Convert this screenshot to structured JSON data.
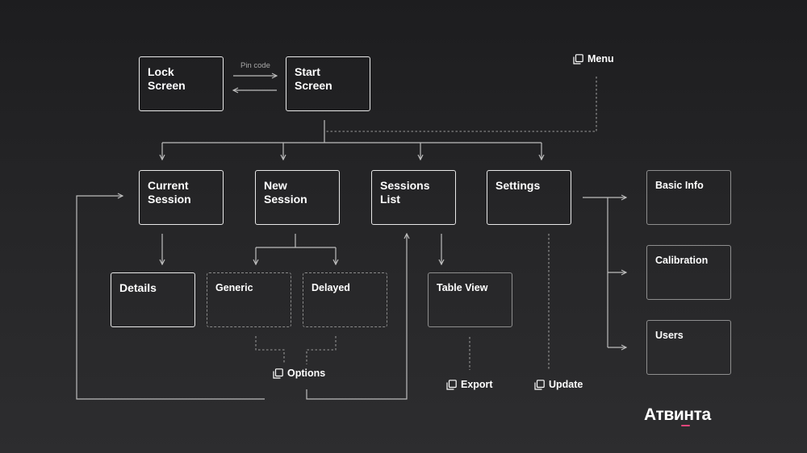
{
  "colors": {
    "background": "#242426",
    "box_border": "#e8e8e8",
    "dashed_border": "#8a8a8a",
    "line": "#bdbdbd",
    "dotted_line": "#9a9a9a",
    "text": "#ffffff",
    "caption": "#a8a8a8",
    "logo_accent": "#e8467c"
  },
  "nodes": {
    "lock_screen": "Lock\nScreen",
    "start_screen": "Start\nScreen",
    "current_session": "Current\nSession",
    "new_session": "New\nSession",
    "sessions_list": "Sessions\nList",
    "settings": "Settings",
    "basic_info": "Basic Info",
    "calibration": "Calibration",
    "users": "Users",
    "details": "Details",
    "generic": "Generic",
    "delayed": "Delayed",
    "table_view": "Table View"
  },
  "edge_labels": {
    "pin_code": "Pin code"
  },
  "tags": {
    "menu": "Menu",
    "options": "Options",
    "export": "Export",
    "update": "Update"
  },
  "icons": {
    "tag_icon": "copy-icon"
  },
  "logo": {
    "text": "Атвинта"
  }
}
